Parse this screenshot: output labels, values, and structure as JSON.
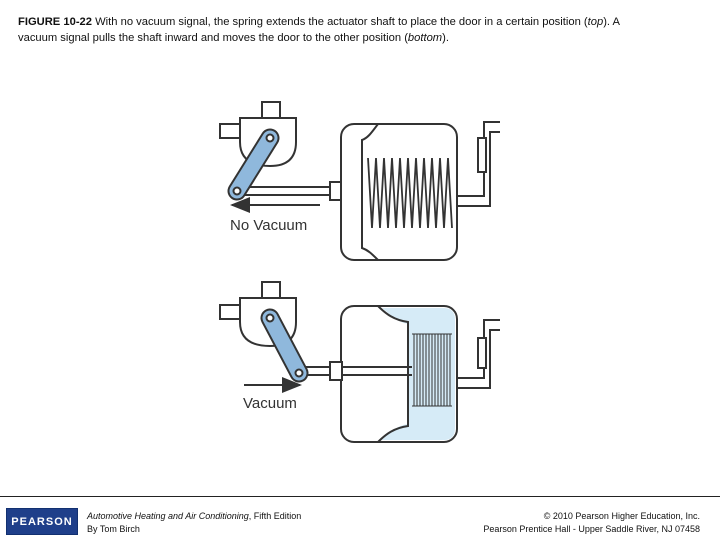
{
  "caption": {
    "figure_label": "FIGURE 10-22",
    "line1_text": " With no vacuum signal, the spring extends the actuator shaft to place the door in a certain position (",
    "line1_italic": "top",
    "line1_end": "). A",
    "line2_text": "vacuum signal pulls the shaft inward and moves the door to the other position (",
    "line2_italic": "bottom",
    "line2_end": ")."
  },
  "diagram": {
    "top_label": "No Vacuum",
    "bottom_label": "Vacuum"
  },
  "footer": {
    "logo": "PEARSON",
    "book_title": "Automotive Heating and Air Conditioning",
    "book_edition": ", Fifth Edition",
    "author": "By Tom Birch",
    "copyright_line1": "© 2010 Pearson Higher Education, Inc.",
    "copyright_line2": "Pearson Prentice Hall - Upper Saddle River, NJ 07458"
  },
  "colors": {
    "link_fill": "#8fb8dc",
    "vacuum_fill": "#d6ebf7",
    "line": "#333333",
    "logo_bg": "#1f3f8a"
  }
}
